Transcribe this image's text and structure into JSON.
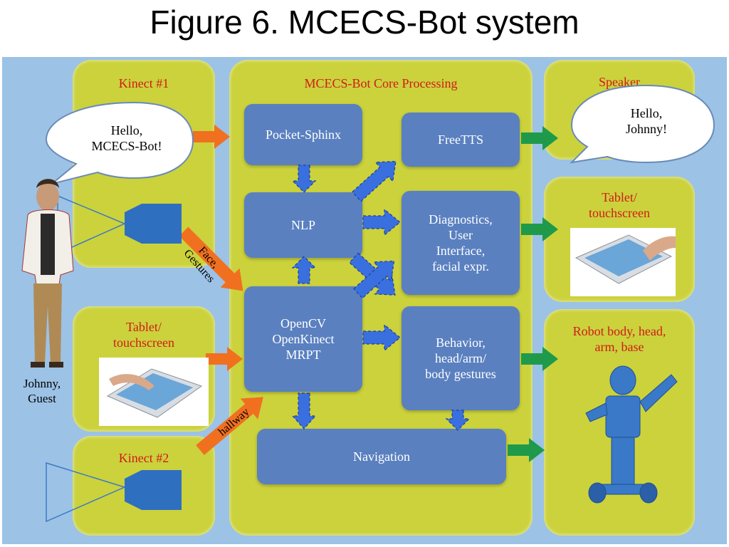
{
  "title": "Figure 6. MCECS-Bot system",
  "panels": {
    "kinect1": "Kinect #1",
    "core": "MCECS-Bot Core Processing",
    "speaker": "Speaker",
    "tablet_right": "Tablet/\ntouchscreen",
    "robot": "Robot body, head,\narm, base",
    "tablet_left": "Tablet/\ntouchscreen",
    "kinect2": "Kinect #2"
  },
  "boxes": {
    "pocket_sphinx": "Pocket-Sphinx",
    "freetts": "FreeTTS",
    "nlp": "NLP",
    "diagnostics": "Diagnostics,\nUser\nInterface,\nfacial expr.",
    "opencv": "OpenCV\nOpenKinect\nMRPT",
    "behavior": "Behavior,\nhead/arm/\nbody gestures",
    "navigation": "Navigation"
  },
  "speech": {
    "guest": "Hello,\nMCECS-Bot!",
    "robot": "Hello,\nJohnny!"
  },
  "labels": {
    "face_gestures": "Face,\nGestures",
    "hallway": "hallway",
    "johnny": "Johnny,\nGuest"
  },
  "colors": {
    "panel": "#cbd23c",
    "box": "#5a80c0",
    "background": "#9cc2e6",
    "orange_arrow": "#f07020",
    "green_arrow": "#1f9a4a",
    "blue_arrow": "#3a6fe0",
    "title_red": "#d11a1a"
  }
}
